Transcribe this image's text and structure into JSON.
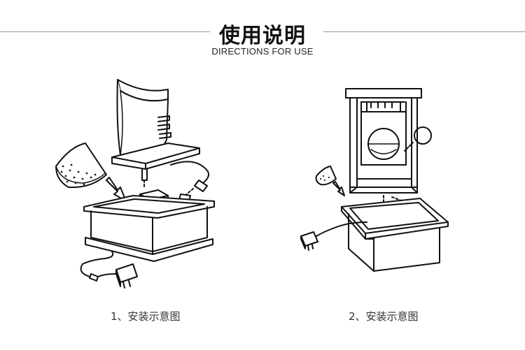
{
  "header": {
    "title": "使用说明",
    "subtitle": "DIRECTIONS FOR USE"
  },
  "steps": [
    {
      "caption": "1、安装示意图"
    },
    {
      "caption": "2、安装示意图"
    }
  ]
}
